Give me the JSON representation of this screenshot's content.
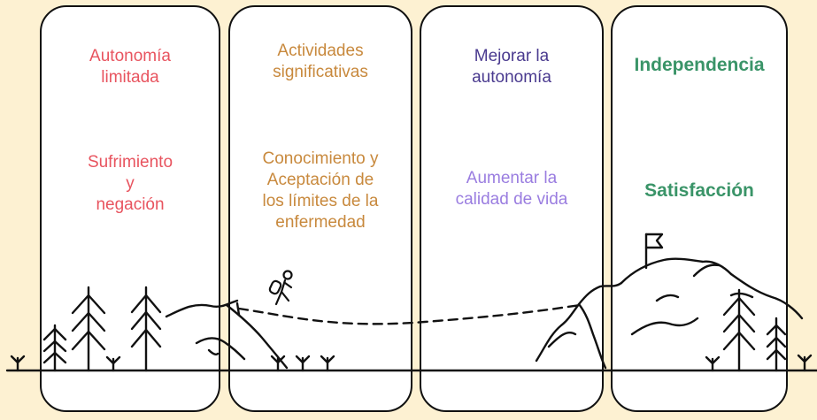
{
  "colors": {
    "background": "#fdf1d2",
    "panel": "#ffffff",
    "red": "#e8545f",
    "orange": "#c8893d",
    "purple_dark": "#4a3a8f",
    "purple_light": "#9a7de0",
    "green": "#3a9468"
  },
  "stages": [
    {
      "top": "Autonomía\nlimitada",
      "bottom": "Sufrimiento\ny\nnegación"
    },
    {
      "top": "Actividades\nsignificativas",
      "bottom": "Conocimiento y\nAceptación de\nlos límites de la\nenfermedad"
    },
    {
      "top": "Mejorar la\nautonomía",
      "bottom": "Aumentar la\ncalidad de vida"
    },
    {
      "top": "Independencia",
      "bottom": "Satisfacción"
    }
  ],
  "icons": [
    "tree-icon",
    "sprout-icon",
    "hill-icon",
    "hiker-icon",
    "flag-icon",
    "mountain-icon"
  ]
}
